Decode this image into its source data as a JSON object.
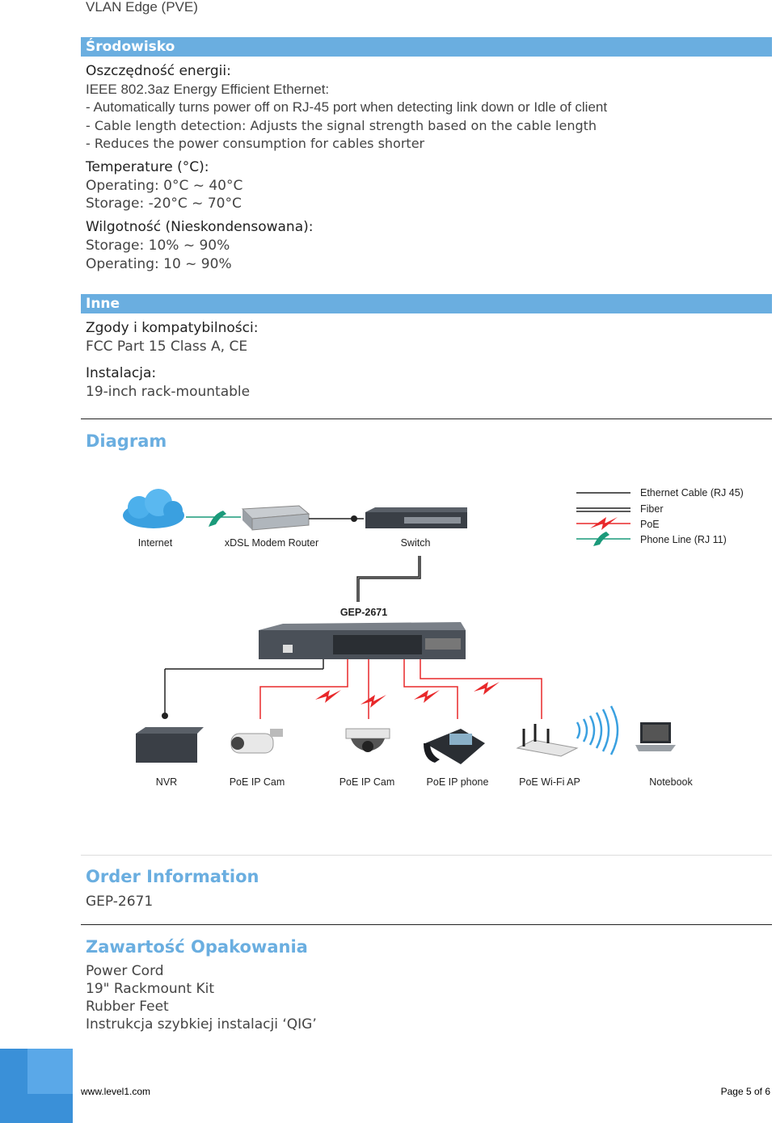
{
  "top_line": "VLAN Edge (PVE)",
  "environment": {
    "header": "Środowisko",
    "energy_label": "Oszczędność energii:",
    "energy_lines": [
      "IEEE 802.3az Energy Efficient Ethernet:",
      "- Automatically turns power off on RJ-45 port when detecting link down or Idle of client",
      "- Cable length detection:  Adjusts the signal strength based on the cable length",
      "- Reduces the power consumption for cables shorter"
    ],
    "temp_label": "Temperature (°C):",
    "temp_operating": "Operating: 0°C ~ 40°C",
    "temp_storage": "Storage: -20°C ~ 70°C",
    "humidity_label": "Wilgotność (Nieskondensowana):",
    "humidity_storage": "Storage: 10% ~ 90%",
    "humidity_operating": "Operating: 10 ~ 90%"
  },
  "other": {
    "header": "Inne",
    "compliance_label": "Zgody i kompatybilności:",
    "compliance_value": "FCC Part 15 Class A, CE",
    "install_label": "Instalacja:",
    "install_value": "19-inch rack-mountable"
  },
  "diagram": {
    "heading": "Diagram",
    "legend": [
      "Ethernet Cable (RJ 45)",
      "Fiber",
      "PoE",
      "Phone Line (RJ 11)"
    ],
    "top_devices": [
      "Internet",
      "xDSL Modem Router",
      "Switch"
    ],
    "center_device": "GEP-2671",
    "bottom_devices": [
      "NVR",
      "PoE IP Cam",
      "PoE IP Cam",
      "PoE IP phone",
      "PoE Wi-Fi AP",
      "Notebook"
    ],
    "colors": {
      "ethernet": "#222222",
      "poe": "#e8282a",
      "phone": "#1a9a7a",
      "cloud": "#3aa0e0"
    }
  },
  "order": {
    "heading": "Order Information",
    "value": "GEP-2671"
  },
  "package": {
    "heading": "Zawartość Opakowania",
    "items": [
      "Power Cord",
      "19\" Rackmount Kit",
      "Rubber Feet",
      "Instrukcja szybkiej instalacji ‘QIG’"
    ]
  },
  "footer": {
    "website": "www.level1.com",
    "page": "Page 5 of 6"
  },
  "accent_color": "#6aaee0"
}
